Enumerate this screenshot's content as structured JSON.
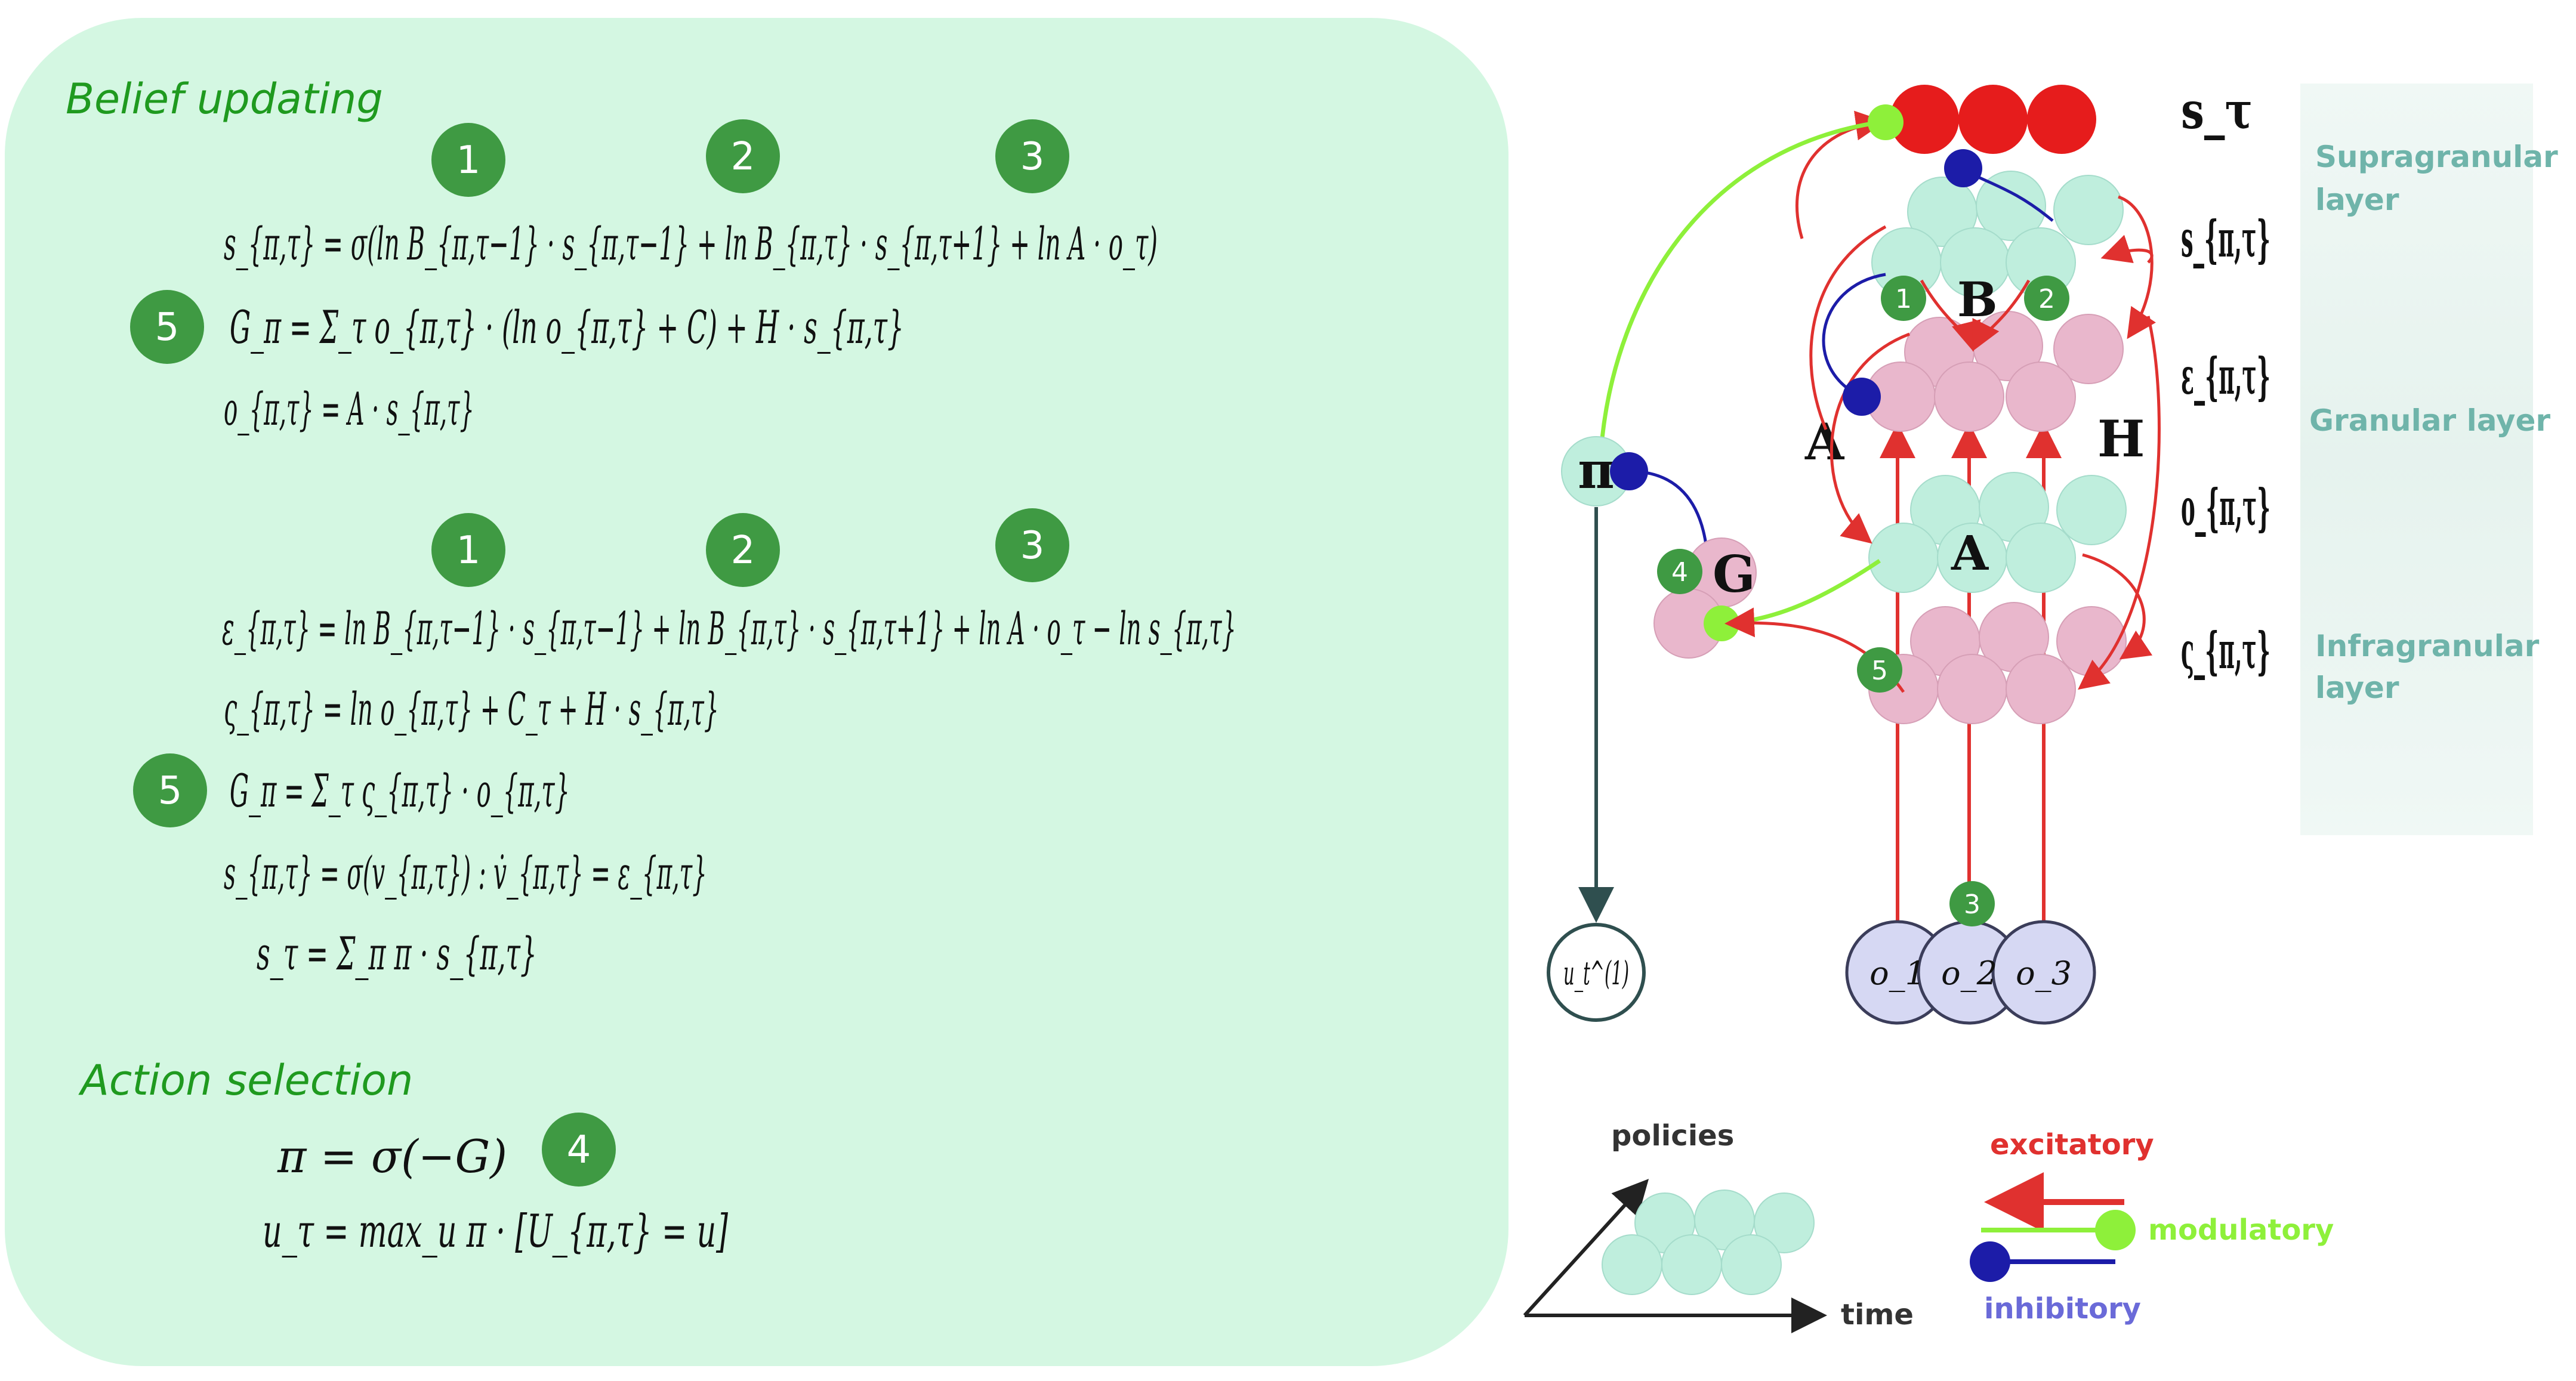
{
  "sections": {
    "belief_updating": "Belief updating",
    "action_selection": "Action selection"
  },
  "equations": {
    "belief_1": "s_{π,τ} = σ(ln B_{π,τ−1} · s_{π,τ−1} + ln B_{π,τ} · s_{π,τ+1} + ln A · o_τ)",
    "belief_2": "G_π = Σ_τ o_{π,τ} · (ln o_{π,τ} + C) + H · s_{π,τ}",
    "belief_3": "o_{π,τ} = A · s_{π,τ}",
    "neural_1": "ε_{π,τ} = ln B_{π,τ−1} · s_{π,τ−1} + ln B_{π,τ} · s_{π,τ+1} + ln A · o_τ − ln s_{π,τ}",
    "neural_2": "ς_{π,τ} = ln o_{π,τ} + C_τ + H · s_{π,τ}",
    "neural_3": "G_π = Σ_τ ς_{π,τ} · o_{π,τ}",
    "neural_4": "s_{π,τ} = σ(v_{π,τ}) : v̇_{π,τ} = ε_{π,τ}",
    "neural_5": "s_τ = Σ_π π · s_{π,τ}",
    "action_1": "π = σ(−G)",
    "action_2": "u_τ = max_u π · [U_{π,τ} = u]"
  },
  "badges": {
    "one": "1",
    "two": "2",
    "three": "3",
    "four": "4",
    "five": "5"
  },
  "diagram": {
    "row_labels": {
      "s": "s_τ",
      "s_pi": "s_{π,τ}",
      "eps": "ε_{π,τ}",
      "o": "o_{π,τ}",
      "sigma": "ς_{π,τ}"
    },
    "layers": {
      "supragranular_1": "Supragranular",
      "supragranular_2": "layer",
      "granular": "Granular layer",
      "infragranular_1": "Infragranular",
      "infragranular_2": "layer"
    },
    "matrix_labels": {
      "B": "B",
      "A_left": "A",
      "H": "H",
      "A_center": "A",
      "G": "G",
      "pi": "π"
    },
    "action_node": "u_t^(1)",
    "observations": [
      "o_1",
      "o_2",
      "o_3"
    ],
    "legend": {
      "policies": "policies",
      "time": "time",
      "excitatory": "excitatory",
      "modulatory": "modulatory",
      "inhibitory": "inhibitory"
    },
    "colors": {
      "panel": "#d4f7e2",
      "badge": "#3f9a43",
      "excitatory": "#e0312f",
      "modulatory": "#8ef03a",
      "inhibitory": "#1c1ca8",
      "teal_node": "#bfeedd",
      "pink_node": "#e9b7cc",
      "red_node": "#e61c1c"
    }
  }
}
